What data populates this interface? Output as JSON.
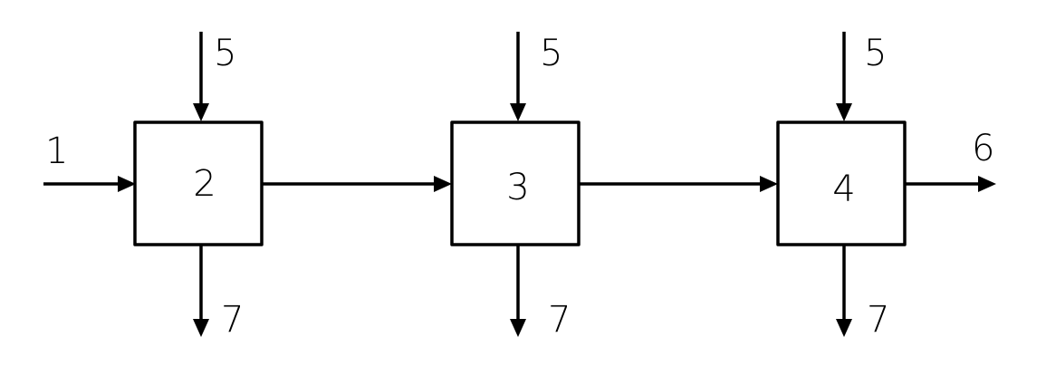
{
  "diagram": {
    "nodes": [
      {
        "id": "stage-2",
        "label": "2"
      },
      {
        "id": "stage-3",
        "label": "3"
      },
      {
        "id": "stage-4",
        "label": "4"
      }
    ],
    "edges": {
      "input": "1",
      "feed": "5",
      "output": "6",
      "drain": "7"
    },
    "stroke_color": "#000000",
    "background": "#ffffff"
  }
}
